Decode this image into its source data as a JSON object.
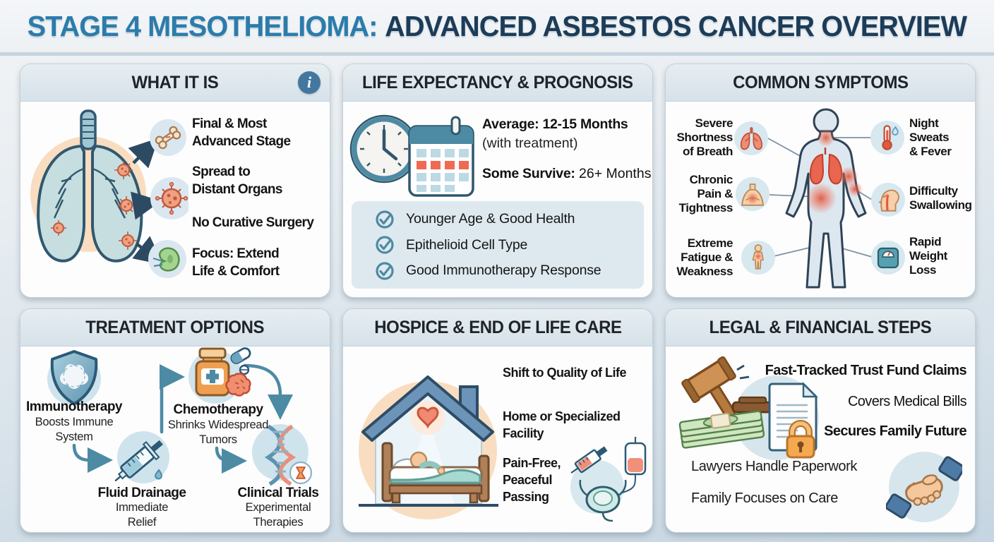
{
  "title": {
    "lead": "STAGE 4 MESOTHELIOMA:",
    "rest": "ADVANCED ASBESTOS CANCER OVERVIEW"
  },
  "colors": {
    "title_lead": "#2b7cab",
    "title_rest": "#1c3c58",
    "accent_teal": "#4d8aa4",
    "alert_red": "#e05a3e",
    "card_header_bg": "#dde7ee",
    "pain_red": "#e8604a",
    "peach": "#f9ddc0",
    "icon_circle_blue": "#d7e8ef"
  },
  "panels": {
    "what": {
      "title": "WHAT IT IS",
      "items": [
        "Final & Most\nAdvanced Stage",
        "Spread to\nDistant Organs",
        "No Curative Surgery",
        "Focus: Extend\nLife & Comfort"
      ]
    },
    "life": {
      "title": "LIFE EXPECTANCY & PROGNOSIS",
      "average_label": "Average:",
      "average_value": "12-15 Months",
      "average_note": "(with treatment)",
      "survive_label": "Some Survive:",
      "survive_value": "26+ Months",
      "factors": [
        "Younger Age & Good Health",
        "Epithelioid Cell Type",
        "Good Immunotherapy Response"
      ]
    },
    "symptoms": {
      "title": "COMMON SYMPTOMS",
      "left": [
        "Severe\nShortness\nof Breath",
        "Chronic\nPain &\nTightness",
        "Extreme\nFatigue &\nWeakness"
      ],
      "right": [
        "Night\nSweats\n& Fever",
        "Difficulty\nSwallowing",
        "Rapid\nWeight\nLoss"
      ]
    },
    "treatment": {
      "title": "TREATMENT OPTIONS",
      "nodes": [
        {
          "name": "Immunotherapy",
          "desc": "Boosts Immune\nSystem"
        },
        {
          "name": "Chemotherapy",
          "desc": "Shrinks Widespread\nTumors"
        },
        {
          "name": "Fluid Drainage",
          "desc": "Immediate\nRelief"
        },
        {
          "name": "Clinical Trials",
          "desc": "Experimental\nTherapies"
        }
      ]
    },
    "hospice": {
      "title": "HOSPICE & END OF LIFE CARE",
      "items": [
        "Shift to Quality of Life",
        "Home or Specialized\nFacility",
        "Pain-Free,\nPeaceful\nPassing"
      ]
    },
    "legal": {
      "title": "LEGAL & FINANCIAL STEPS",
      "claims": [
        "Fast-Tracked Trust Fund Claims",
        "Covers Medical Bills",
        "Secures Family Future"
      ],
      "support": [
        "Lawyers Handle Paperwork",
        "Family Focuses on Care"
      ]
    }
  }
}
